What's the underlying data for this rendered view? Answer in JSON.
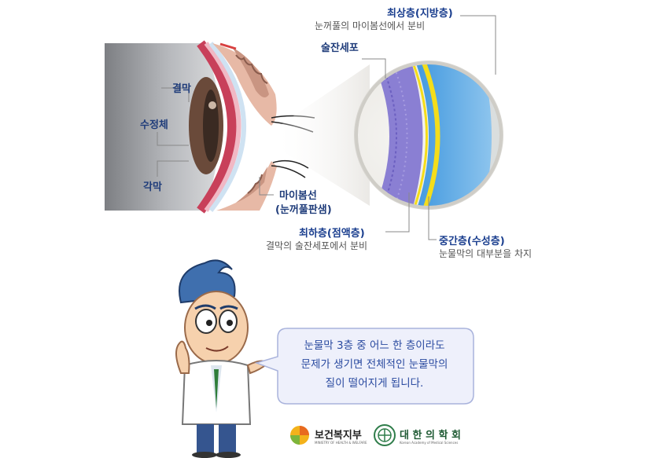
{
  "labels": {
    "conjunctiva": "결막",
    "lens": "수정체",
    "cornea": "각막",
    "meibomian_line1": "마이봄선",
    "meibomian_line2": "(눈꺼풀판샘)",
    "goblet_cells": "술잔세포",
    "outer_layer_title": "최상층(지방층)",
    "outer_layer_desc": "눈꺼풀의 마이봄선에서 분비",
    "inner_layer_title": "최하층(점액층)",
    "inner_layer_desc": "결막의 술잔세포에서 분비",
    "middle_layer_title": "중간층(수성층)",
    "middle_layer_desc": "눈물막의 대부분을 차지"
  },
  "speech_bubble": {
    "line1": "눈물막 3층 중 어느 한 층이라도",
    "line2": "문제가 생기면 전체적인 눈물막의",
    "line3": "질이 떨어지게 됩니다."
  },
  "logos": {
    "ministry_name": "보건복지부",
    "ministry_sub": "MINISTRY OF HEALTH & WELFARE",
    "academy_name": "대 한 의 학 회",
    "academy_sub": "Korean Academy of Medical Sciences"
  },
  "colors": {
    "label_blue": "#1b3f8f",
    "bubble_fill": "#eef0fb",
    "bubble_stroke": "#a9b3dc",
    "tear_blue": "#58a9e6",
    "lipid_yellow": "#f4dd1a",
    "mucin_purple": "#8a7fd3",
    "eyelid_pink": "#e7b9a6"
  }
}
